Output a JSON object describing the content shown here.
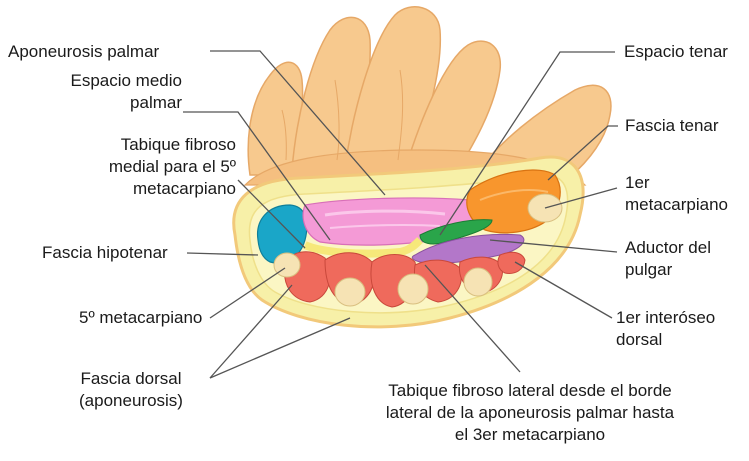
{
  "labels": {
    "aponeurosis_palmar": "Aponeurosis palmar",
    "espacio_medio_palmar": "Espacio medio\npalmar",
    "tabique_medial": "Tabique fibroso\nmedial para el 5º\nmetacarpiano",
    "fascia_hipotenar": "Fascia hipotenar",
    "quinto_metacarpiano": "5º metacarpiano",
    "fascia_dorsal": "Fascia dorsal\n(aponeurosis)",
    "espacio_tenar": "Espacio tenar",
    "fascia_tenar": "Fascia tenar",
    "primer_metacarpiano": "1er\nmetacarpiano",
    "aductor_pulgar": "Aductor del\npulgar",
    "primer_interoseo": "1er interóseo\ndorsal",
    "tabique_lateral": "Tabique fibroso lateral desde el borde\nlateral de la aponeurosis palmar hasta\nel 3er metacarpiano"
  },
  "colors": {
    "skin": "#f7c98e",
    "fascia_yellow": "#f7f0a8",
    "midpalmar_pink": "#f49ad6",
    "hypothenar_blue": "#1aa6c8",
    "thenar_orange": "#f8962d",
    "adductor_purple": "#b377c9",
    "interosseous_red": "#ef6a5c",
    "bone": "#f6e3b4",
    "leader_line": "#555555"
  }
}
